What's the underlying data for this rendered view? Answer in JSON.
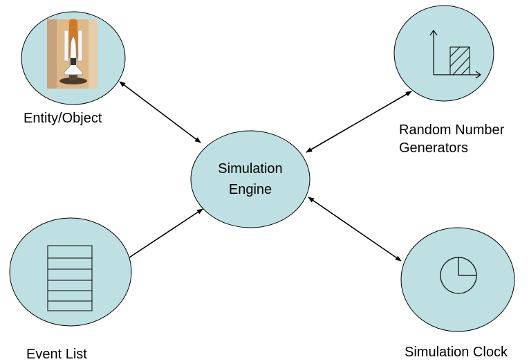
{
  "colors": {
    "node_fill": "#bfe0e3",
    "node_stroke": "#000000",
    "arrow": "#000000"
  },
  "center_node": {
    "label_line1": "Simulation",
    "label_line2": "Engine"
  },
  "nodes": {
    "entity": {
      "label": "Entity/Object",
      "icon": "space-shuttle-icon"
    },
    "rng": {
      "label_line1": "Random Number",
      "label_line2": "Generators",
      "icon": "histogram-axes-icon"
    },
    "event_list": {
      "label": "Event List",
      "icon": "event-list-table-icon"
    },
    "clock": {
      "label": "Simulation Clock",
      "icon": "clock-pie-icon"
    }
  }
}
